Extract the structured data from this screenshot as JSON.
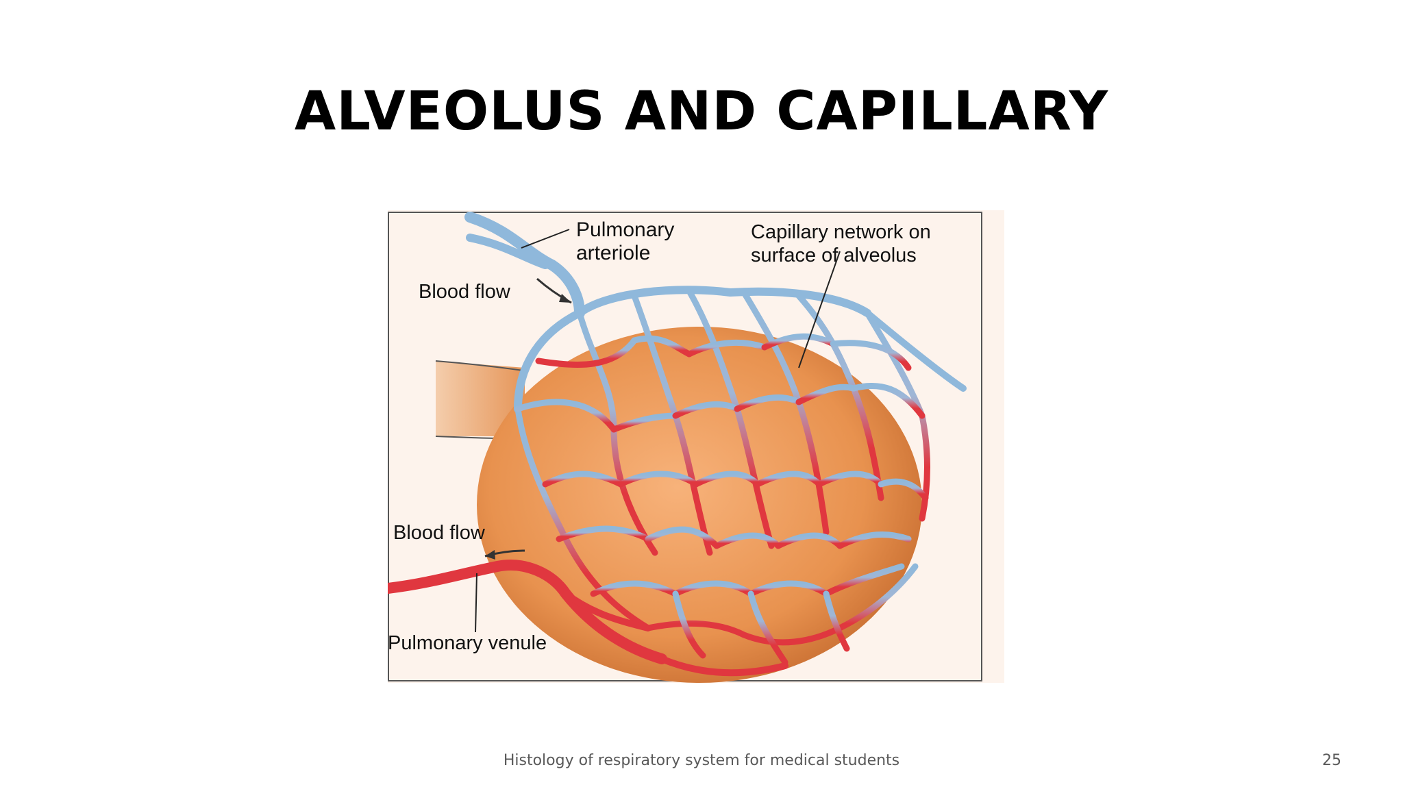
{
  "slide": {
    "title": "ALVEOLUS AND CAPILLARY",
    "footer": "Histology of respiratory system for medical students",
    "page_number": "25"
  },
  "diagram": {
    "labels": {
      "pulmonary_arteriole_line1": "Pulmonary",
      "pulmonary_arteriole_line2": "arteriole",
      "capillary_network_line1": "Capillary network on",
      "capillary_network_line2": "surface of alveolus",
      "blood_flow_in": "Blood flow",
      "blood_flow_out": "Blood flow",
      "pulmonary_venule": "Pulmonary venule"
    },
    "colors": {
      "alveolus": "#e8924f",
      "oxygen_poor_blood": "#8fb8db",
      "oxygen_rich_blood": "#e0373f",
      "background_tint": "#fbe9dc"
    }
  }
}
